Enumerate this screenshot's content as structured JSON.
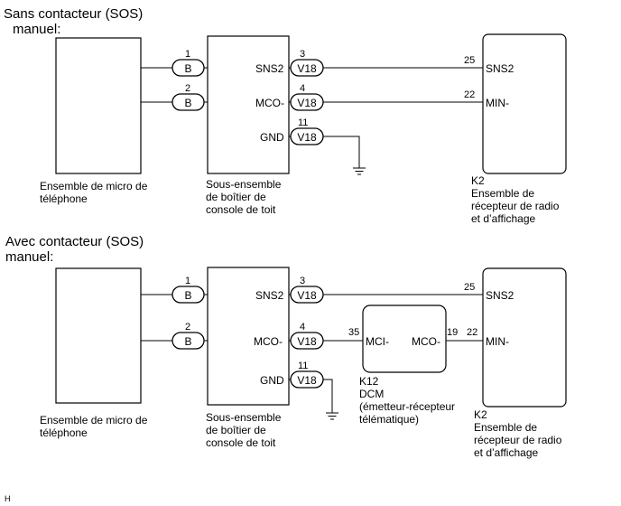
{
  "diagram1": {
    "title_line1": "Sans contacteur (SOS)",
    "title_line2": "manuel:",
    "mic": {
      "label_line1": "Ensemble de micro de",
      "label_line2": "téléphone"
    },
    "box_sub": {
      "label_line1": "Sous-ensemble",
      "label_line2": "de boîtier de",
      "label_line3": "console de toit"
    },
    "k2": {
      "code": "K2",
      "label_line1": "Ensemble de",
      "label_line2": "récepteur de radio",
      "label_line3": "et d’affichage"
    },
    "mic_pins": [
      {
        "num": "1",
        "conn": "B"
      },
      {
        "num": "2",
        "conn": "B"
      }
    ],
    "sub_pins": [
      {
        "name": "SNS2",
        "num": "3",
        "conn": "V18"
      },
      {
        "name": "MCO-",
        "num": "4",
        "conn": "V18"
      },
      {
        "name": "GND",
        "num": "11",
        "conn": "V18"
      }
    ],
    "k2_pins": [
      {
        "num": "25",
        "name": "SNS2"
      },
      {
        "num": "22",
        "name": "MIN-"
      }
    ]
  },
  "diagram2": {
    "title_line1": "Avec contacteur (SOS)",
    "title_line2": "manuel:",
    "mic": {
      "label_line1": "Ensemble de micro de",
      "label_line2": "téléphone"
    },
    "box_sub": {
      "label_line1": "Sous-ensemble",
      "label_line2": "de boîtier de",
      "label_line3": "console de toit"
    },
    "dcm": {
      "code": "K12",
      "label_line1": "DCM",
      "label_line2": "(émetteur-récepteur",
      "label_line3": "télématique)",
      "pin_in": "MCI-",
      "pin_in_num": "35",
      "pin_out": "MCO-",
      "pin_out_num": "19"
    },
    "k2": {
      "code": "K2",
      "label_line1": "Ensemble de",
      "label_line2": "récepteur de radio",
      "label_line3": "et d’affichage"
    },
    "mic_pins": [
      {
        "num": "1",
        "conn": "B"
      },
      {
        "num": "2",
        "conn": "B"
      }
    ],
    "sub_pins": [
      {
        "name": "SNS2",
        "num": "3",
        "conn": "V18"
      },
      {
        "name": "MCO-",
        "num": "4",
        "conn": "V18"
      },
      {
        "name": "GND",
        "num": "11",
        "conn": "V18"
      }
    ],
    "k2_pins": [
      {
        "num": "25",
        "name": "SNS2"
      },
      {
        "num": "22",
        "name": "MIN-"
      }
    ]
  },
  "footer_mark": "H"
}
